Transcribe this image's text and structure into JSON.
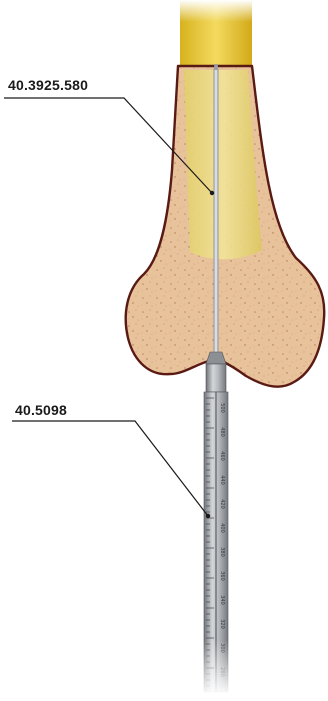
{
  "callouts": {
    "guide_wire": "40.3925.580",
    "measuring_device": "40.5098"
  },
  "scale_marks": [
    "500",
    "480",
    "460",
    "440",
    "420",
    "400",
    "380",
    "360",
    "340",
    "320",
    "300",
    "280"
  ],
  "colors": {
    "bone_fill": "#e9c39c",
    "bone_outline": "#5a1a14",
    "marrow_canal": "#e8d77a",
    "shaft_top": "#e2bf2c",
    "instrument_metal": "#a8abb0",
    "leader_line": "#1a1a1a"
  }
}
